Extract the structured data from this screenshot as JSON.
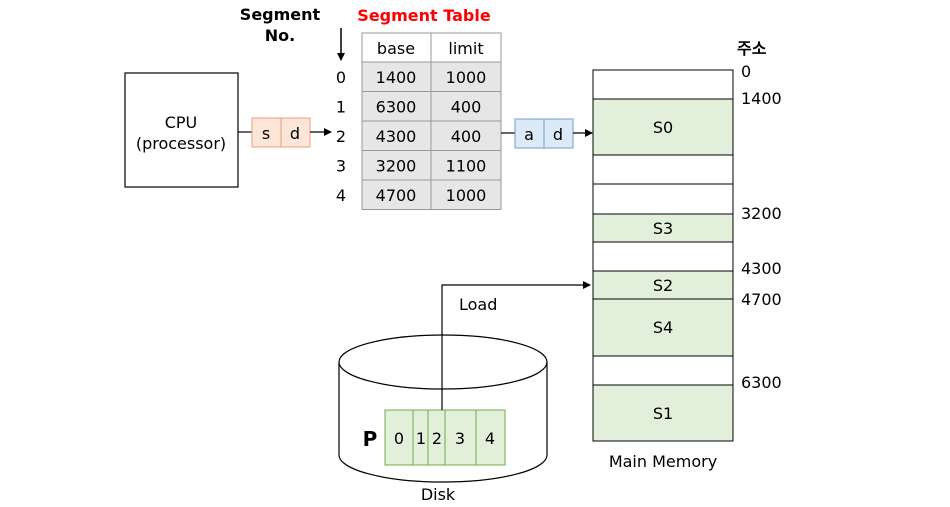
{
  "title": "Segment Table",
  "segment_no_label": [
    "Segment",
    "No."
  ],
  "table": {
    "headers": {
      "base": "base",
      "limit": "limit"
    },
    "rows": [
      {
        "index": "0",
        "base": "1400",
        "limit": "1000"
      },
      {
        "index": "1",
        "base": "6300",
        "limit": "400"
      },
      {
        "index": "2",
        "base": "4300",
        "limit": "400"
      },
      {
        "index": "3",
        "base": "3200",
        "limit": "1100"
      },
      {
        "index": "4",
        "base": "4700",
        "limit": "1000"
      }
    ]
  },
  "cpu": {
    "line1": "CPU",
    "line2": "(processor)"
  },
  "logical_address": {
    "s": "s",
    "d": "d"
  },
  "physical_address": {
    "a": "a",
    "d": "d"
  },
  "memory": {
    "address_header": "주소",
    "label": "Main Memory",
    "addresses": [
      "0",
      "1400",
      "3200",
      "4300",
      "4700",
      "6300"
    ],
    "segments": [
      "S0",
      "S3",
      "S2",
      "S4",
      "S1"
    ]
  },
  "load_label": "Load",
  "disk": {
    "label": "Disk",
    "process": "P",
    "segments": [
      "0",
      "1",
      "2",
      "3",
      "4"
    ]
  },
  "colors": {
    "title": "#ff0000",
    "logical_fill": "#fde5d8",
    "logical_stroke": "#e8a07c",
    "physical_fill": "#dce9f7",
    "physical_stroke": "#6e9fd0",
    "segment_fill": "#e2efda",
    "segment_stroke": "#70ad47",
    "table_shade": "#e6e6e6"
  }
}
